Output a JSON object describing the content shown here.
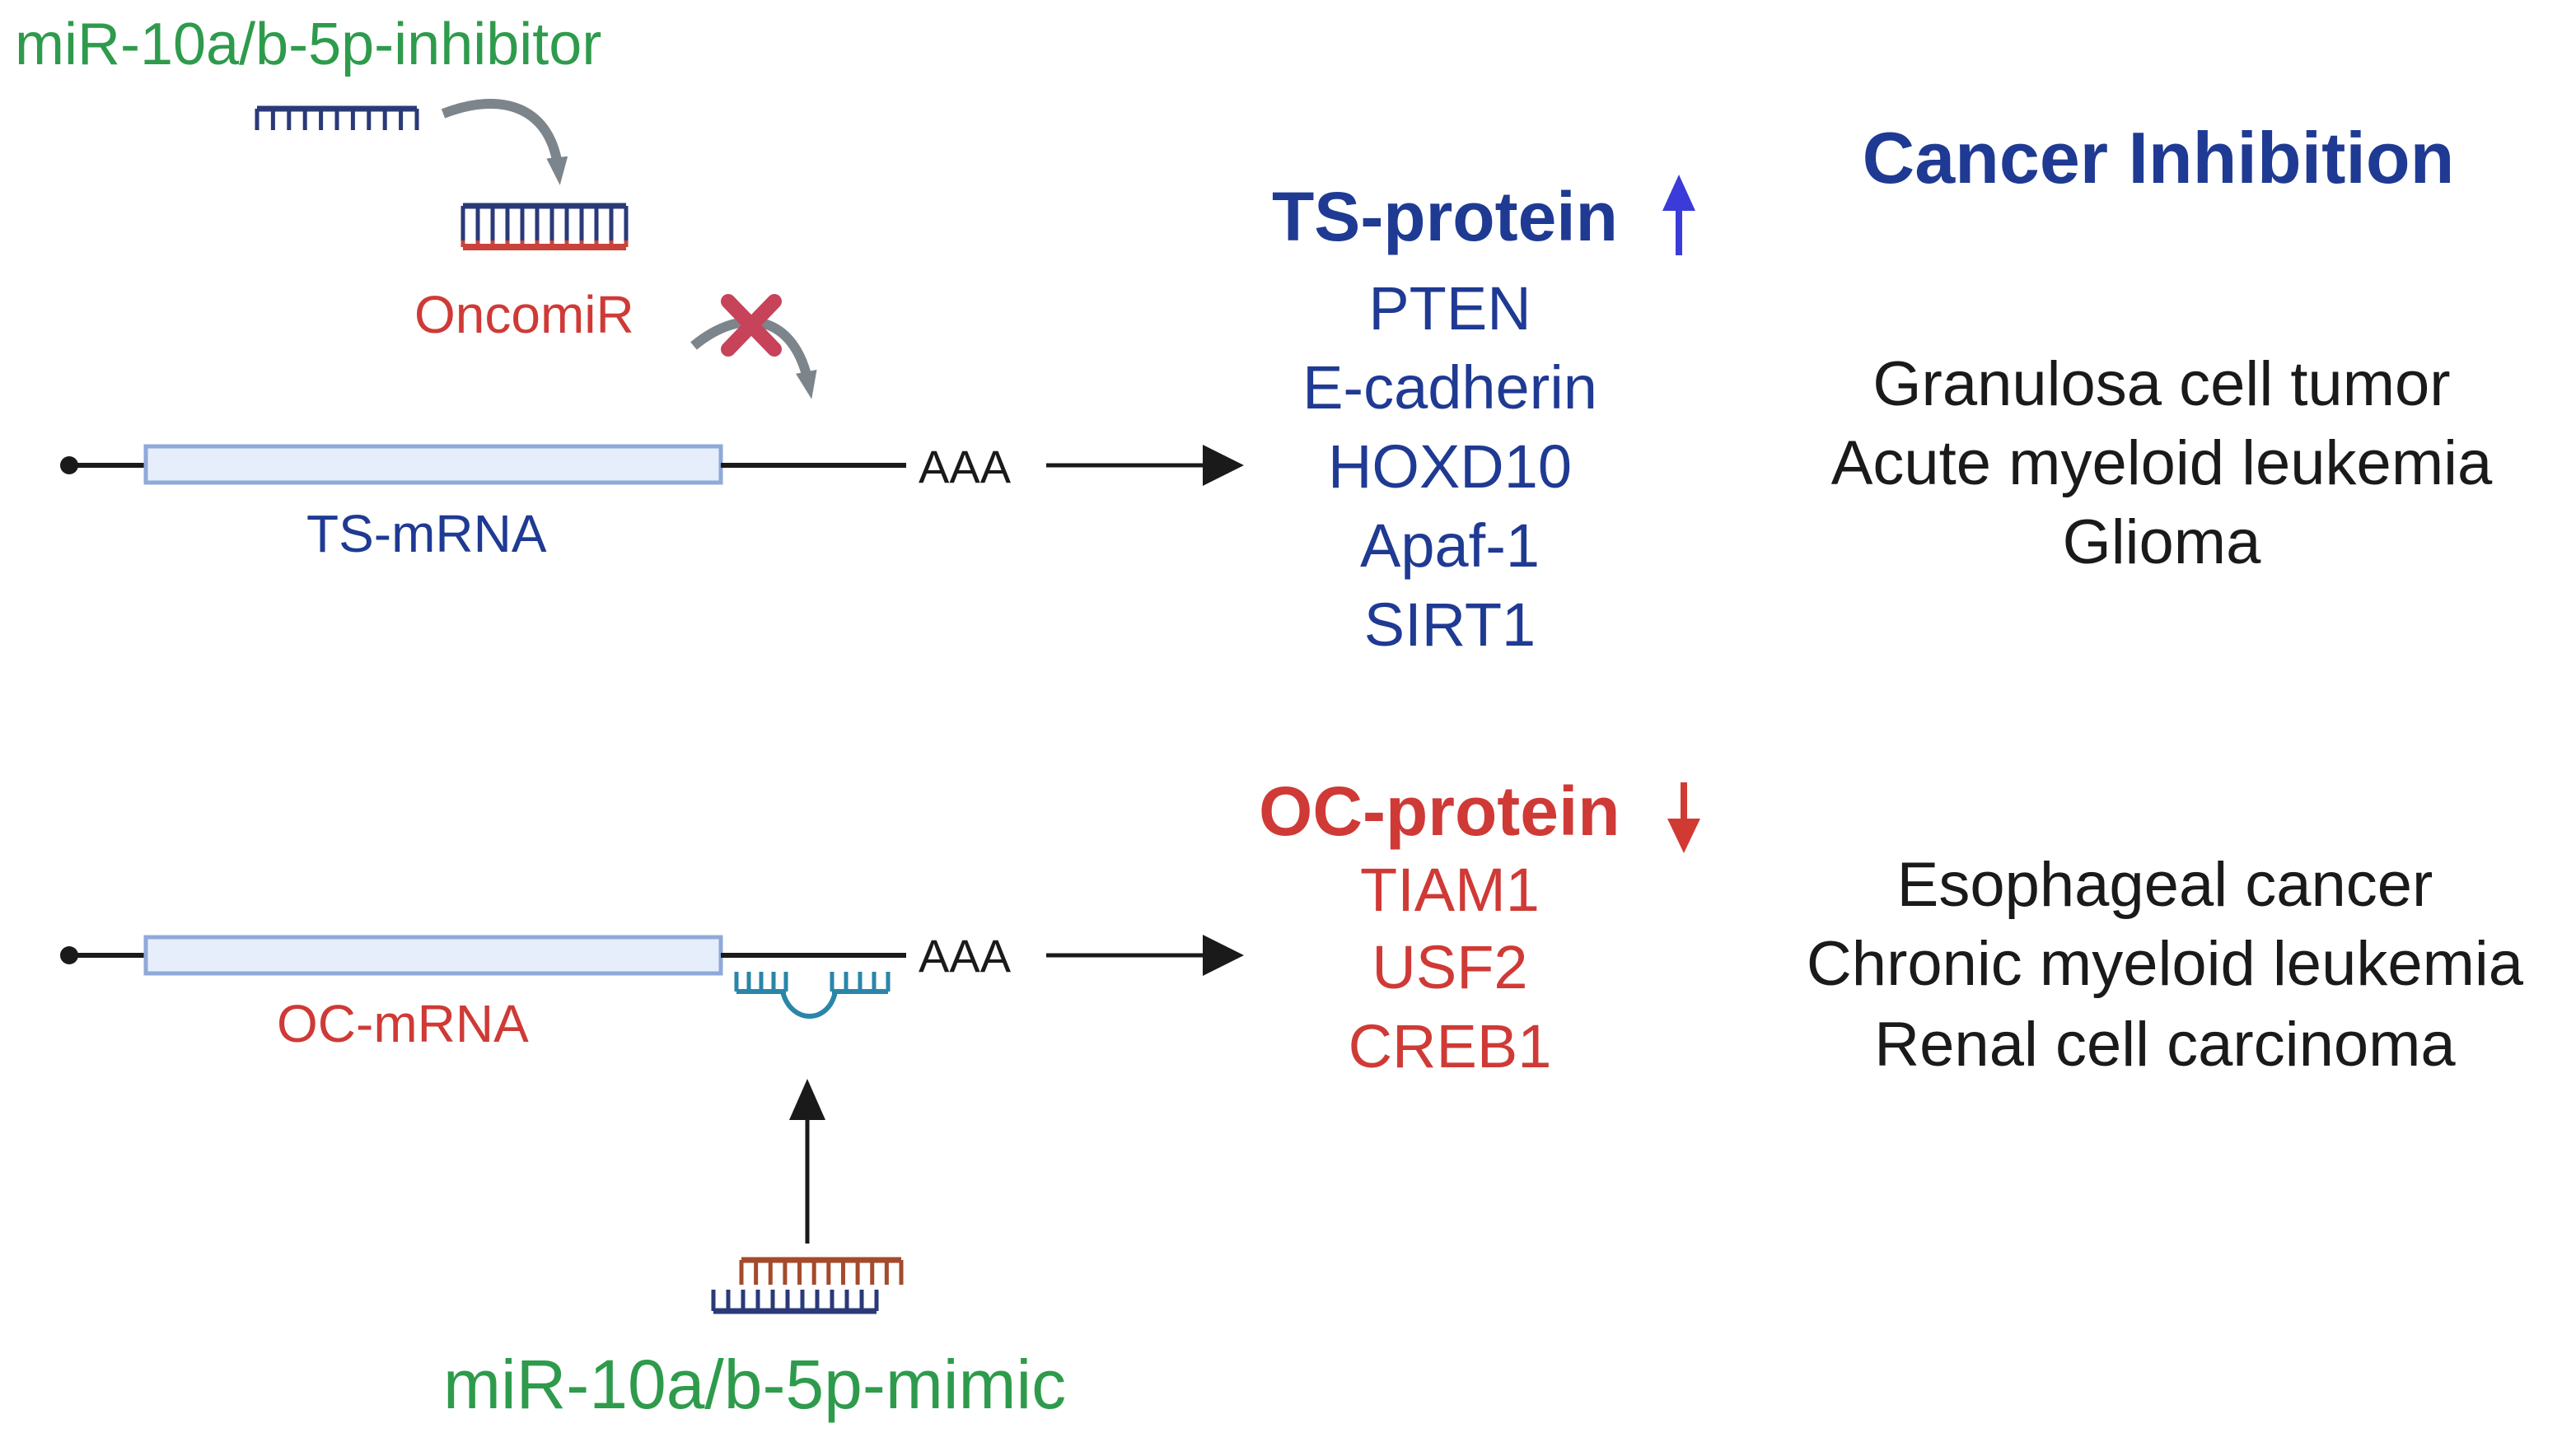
{
  "colors": {
    "green": "#2e9b4c",
    "blue": "#1f3a93",
    "red": "#cf3a36",
    "black": "#1a1a1a",
    "gray": "#7d858c",
    "teal": "#2a86a8",
    "mrna_fill": "#e6eefb",
    "mrna_stroke": "#8fa9d9",
    "cross": "#c7435a",
    "strand_red": "#c8433c",
    "strand_brown": "#a44a2d",
    "strand_navy": "#2a3a78"
  },
  "labels": {
    "inhibitor": "miR-10a/b-5p-inhibitor",
    "oncomir": "OncomiR",
    "ts_mrna": "TS-mRNA",
    "oc_mrna": "OC-mRNA",
    "poly_a_top": "AAA",
    "poly_a_bottom": "AAA",
    "mimic": "miR-10a/b-5p-mimic"
  },
  "ts_protein": {
    "heading": "TS-protein",
    "items": [
      "PTEN",
      "E-cadherin",
      "HOXD10",
      "Apaf-1",
      "SIRT1"
    ]
  },
  "oc_protein": {
    "heading": "OC-protein",
    "items": [
      "TIAM1",
      "USF2",
      "CREB1"
    ]
  },
  "cancer": {
    "heading": "Cancer Inhibition",
    "group1": [
      "Granulosa cell tumor",
      "Acute myeloid leukemia",
      "Glioma"
    ],
    "group2": [
      "Esophageal cancer",
      "Chronic myeloid leukemia",
      "Renal cell carcinoma"
    ]
  }
}
